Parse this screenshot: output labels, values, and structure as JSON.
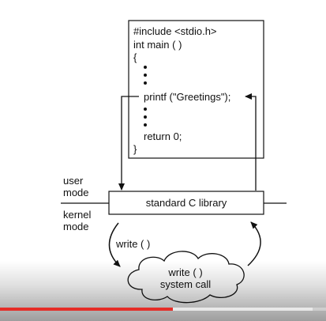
{
  "code": {
    "lines": [
      "#include <stdio.h>",
      "int main ( )",
      "{",
      "printf (\"Greetings\");",
      "return 0;",
      "}"
    ]
  },
  "modes": {
    "user_line1": "user",
    "user_line2": "mode",
    "kernel_line1": "kernel",
    "kernel_line2": "mode"
  },
  "library": {
    "label": "standard C library"
  },
  "write_call": {
    "label": "write ( )"
  },
  "system_call": {
    "line1": "write ( )",
    "line2": "system call"
  },
  "video": {
    "progress_played": 0.53,
    "progress_buffered": 0.96,
    "played_color": "#e52d27"
  }
}
